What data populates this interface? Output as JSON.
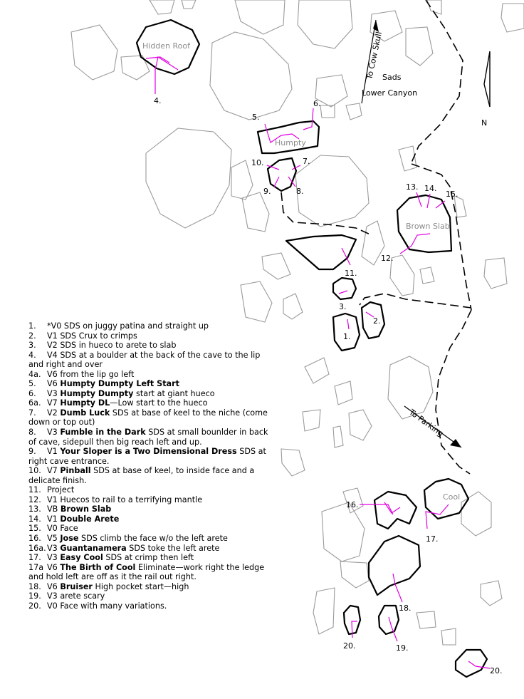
{
  "map": {
    "title": "Sads",
    "subtitle": "Lower Canyon",
    "north_label": "N",
    "road_to_cow_skull": "To Cow Skull",
    "road_to_parking": "To Parking",
    "boulder_names": [
      "Hidden Roof",
      "Humpty",
      "Brown Slab",
      "Cool"
    ],
    "markers": [
      "1.",
      "2.",
      "3.",
      "4.",
      "5.",
      "6.",
      "7.",
      "8.",
      "9.",
      "10.",
      "11.",
      "12.",
      "13.",
      "14.",
      "15.",
      "16.",
      "17.",
      "18.",
      "19.",
      "20.",
      "20."
    ]
  },
  "legend": [
    {
      "num": "1.",
      "text": "*V0 SDS on juggy patina and straight up"
    },
    {
      "num": "2.",
      "text": "V1 SDS Crux to crimps"
    },
    {
      "num": "3.",
      "text": "V2 SDS in hueco to arete to slab"
    },
    {
      "num": "4.",
      "text": "V4 SDS at a boulder at the back of the cave to the lip and right and over"
    },
    {
      "num": "4a.",
      "text": "V6 from the lip go left"
    },
    {
      "num": "5.",
      "grade": "V6",
      "name": "Humpty Dumpty Left Start",
      "rest": ""
    },
    {
      "num": "6.",
      "grade": "V3",
      "name": "Humpty Dumpty",
      "rest": "start at giant hueco"
    },
    {
      "num": "6a.",
      "grade": "V7",
      "name": "Humpty DL",
      "rest": "—Low start to the hueco"
    },
    {
      "num": "7.",
      "grade": "V2",
      "name": "Dumb Luck",
      "rest": "SDS at base of keel to the niche (come down or top out)"
    },
    {
      "num": "8.",
      "grade": "V3",
      "name": "Fumble in the Dark",
      "rest": "SDS at small bounlder in back of cave, sidepull then big reach left and up."
    },
    {
      "num": "9.",
      "grade": "V1",
      "name": "Your Sloper is a Two Dimensional Dress",
      "rest": "SDS at right cave entrance."
    },
    {
      "num": "10.",
      "grade": "V7",
      "name": "Pinball",
      "rest": "SDS at base of keel, to inside face and a delicate finish."
    },
    {
      "num": "11.",
      "text": "Project"
    },
    {
      "num": "12.",
      "text": "V1 Huecos to rail to a terrifying mantle"
    },
    {
      "num": "13.",
      "grade": "VB",
      "name": "Brown Slab",
      "rest": ""
    },
    {
      "num": "14.",
      "grade": "V1",
      "name": "Double Arete",
      "rest": ""
    },
    {
      "num": "15.",
      "text": "V0 Face"
    },
    {
      "num": "16.",
      "grade": "V5",
      "name": "Jose",
      "rest": "SDS climb the face w/o the left arete"
    },
    {
      "num": "16a.",
      "grade": "V3",
      "name": "Guantanamera",
      "rest": "SDS toke the left arete"
    },
    {
      "num": "17.",
      "grade": "V3",
      "name": "Easy Cool",
      "rest": "SDS at crimp then left"
    },
    {
      "num": "17a",
      "grade": "V6",
      "name": "The Birth of Cool",
      "rest": "Eliminate—work right the ledge and hold left are off as it the rail out right."
    },
    {
      "num": "18.",
      "grade": "V6",
      "name": "Bruiser",
      "rest": "High pocket start—high"
    },
    {
      "num": "19.",
      "text": "V3 arete scary"
    },
    {
      "num": "20.",
      "text": "V0 Face with many variations."
    }
  ]
}
